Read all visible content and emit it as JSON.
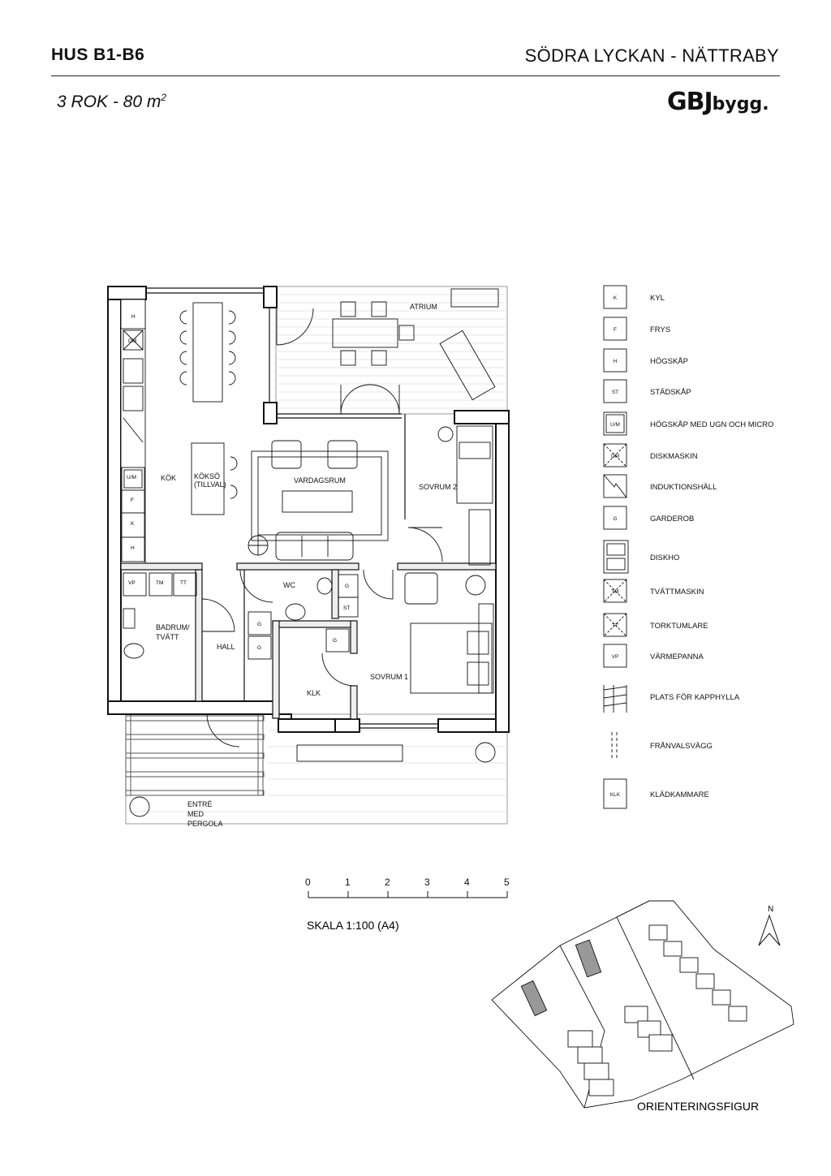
{
  "header": {
    "project_code": "HUS B1-B6",
    "project_name": "SÖDRA LYCKAN - NÄTTRABY",
    "unit_type": "3 ROK - 80 m",
    "unit_sup": "2",
    "brand_main": "GBJ",
    "brand_sub": "bygg."
  },
  "rooms": {
    "atrium": "ATRIUM",
    "kok": "KÖK",
    "koksö": "KÖKSÖ",
    "koksö_note": "(TILLVAL)",
    "vardagsrum": "VARDAGSRUM",
    "sovrum2": "SOVRUM 2",
    "wc": "WC",
    "badrum": "BADRUM/",
    "tvatt": "TVÄTT",
    "hall": "HALL",
    "klk": "KLK",
    "sovrum1": "SOVRUM 1",
    "entre1": "ENTRÈ",
    "entre2": "MED",
    "entre3": "PERGOLA"
  },
  "fixtures": {
    "h": "H",
    "dm": "DM",
    "um": "U/M",
    "f": "F",
    "k": "K",
    "vp": "VP",
    "tm": "TM",
    "tt": "TT",
    "g": "G",
    "st": "ST"
  },
  "legend": [
    {
      "code": "K",
      "label": "KYL",
      "icon": "box-letter"
    },
    {
      "code": "F",
      "label": "FRYS",
      "icon": "box-letter"
    },
    {
      "code": "H",
      "label": "HÖGSKÅP",
      "icon": "box-letter"
    },
    {
      "code": "ST",
      "label": "STÄDSKÅP",
      "icon": "box-letter"
    },
    {
      "code": "U/M",
      "label": "HÖGSKÅP MED UGN OCH MICRO",
      "icon": "box-double"
    },
    {
      "code": "DM",
      "label": "DISKMASKIN",
      "icon": "box-cross"
    },
    {
      "code": "",
      "label": "INDUKTIONSHÄLL",
      "icon": "box-diagonal"
    },
    {
      "code": "G",
      "label": "GARDEROB",
      "icon": "box-letter"
    },
    {
      "code": "",
      "label": "DISKHO",
      "icon": "box-sink"
    },
    {
      "code": "TM",
      "label": "TVÄTTMASKIN",
      "icon": "box-cross"
    },
    {
      "code": "TT",
      "label": "TORKTUMLARE",
      "icon": "box-cross"
    },
    {
      "code": "VP",
      "label": "VÄRMEPANNA",
      "icon": "box-letter"
    },
    {
      "code": "",
      "label": "PLATS FÖR KAPPHYLLA",
      "icon": "hanger"
    },
    {
      "code": "",
      "label": "FRÅNVALSVÄGG",
      "icon": "dashed"
    },
    {
      "code": "KLK",
      "label": "KLÄDKAMMARE",
      "icon": "box-letter-tall"
    }
  ],
  "scale": {
    "ticks": [
      "0",
      "1",
      "2",
      "3",
      "4",
      "5"
    ],
    "label": "SKALA 1:100 (A4)"
  },
  "orientation": {
    "north": "N",
    "label": "ORIENTERINGSFIGUR"
  }
}
